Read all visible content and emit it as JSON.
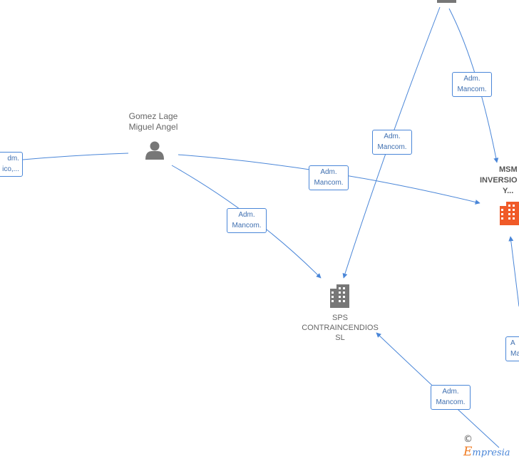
{
  "nodes": {
    "gomez": {
      "label_line1": "Gomez Lage",
      "label_line2": "Miguel Angel",
      "type": "person"
    },
    "sps": {
      "label_line1": "SPS",
      "label_line2": "CONTRAINCENDIOS",
      "label_line3": "SL",
      "type": "company"
    },
    "msm": {
      "label_line1": "MSM",
      "label_line2": "INVERSIO",
      "label_line3": "Y...",
      "type": "company-highlight"
    },
    "top_person": {
      "type": "person"
    }
  },
  "edges": {
    "left_partial": {
      "line1": "dm.",
      "line2": "ico,..."
    },
    "gomez_msm": {
      "line1": "Adm.",
      "line2": "Mancom."
    },
    "gomez_sps": {
      "line1": "Adm.",
      "line2": "Mancom."
    },
    "top_sps": {
      "line1": "Adm.",
      "line2": "Mancom."
    },
    "top_msm": {
      "line1": "Adm.",
      "line2": "Mancom."
    },
    "bottom_sps": {
      "line1": "Adm.",
      "line2": "Mancom."
    },
    "right_msm": {
      "line1": "A",
      "line2": "Ma"
    }
  },
  "colors": {
    "edge": "#4a86d8",
    "person_icon": "#777777",
    "company_icon": "#777777",
    "highlight_icon": "#f05a28"
  },
  "brand": {
    "copyright": "©",
    "e_letter": "E",
    "name": "mpresia"
  }
}
